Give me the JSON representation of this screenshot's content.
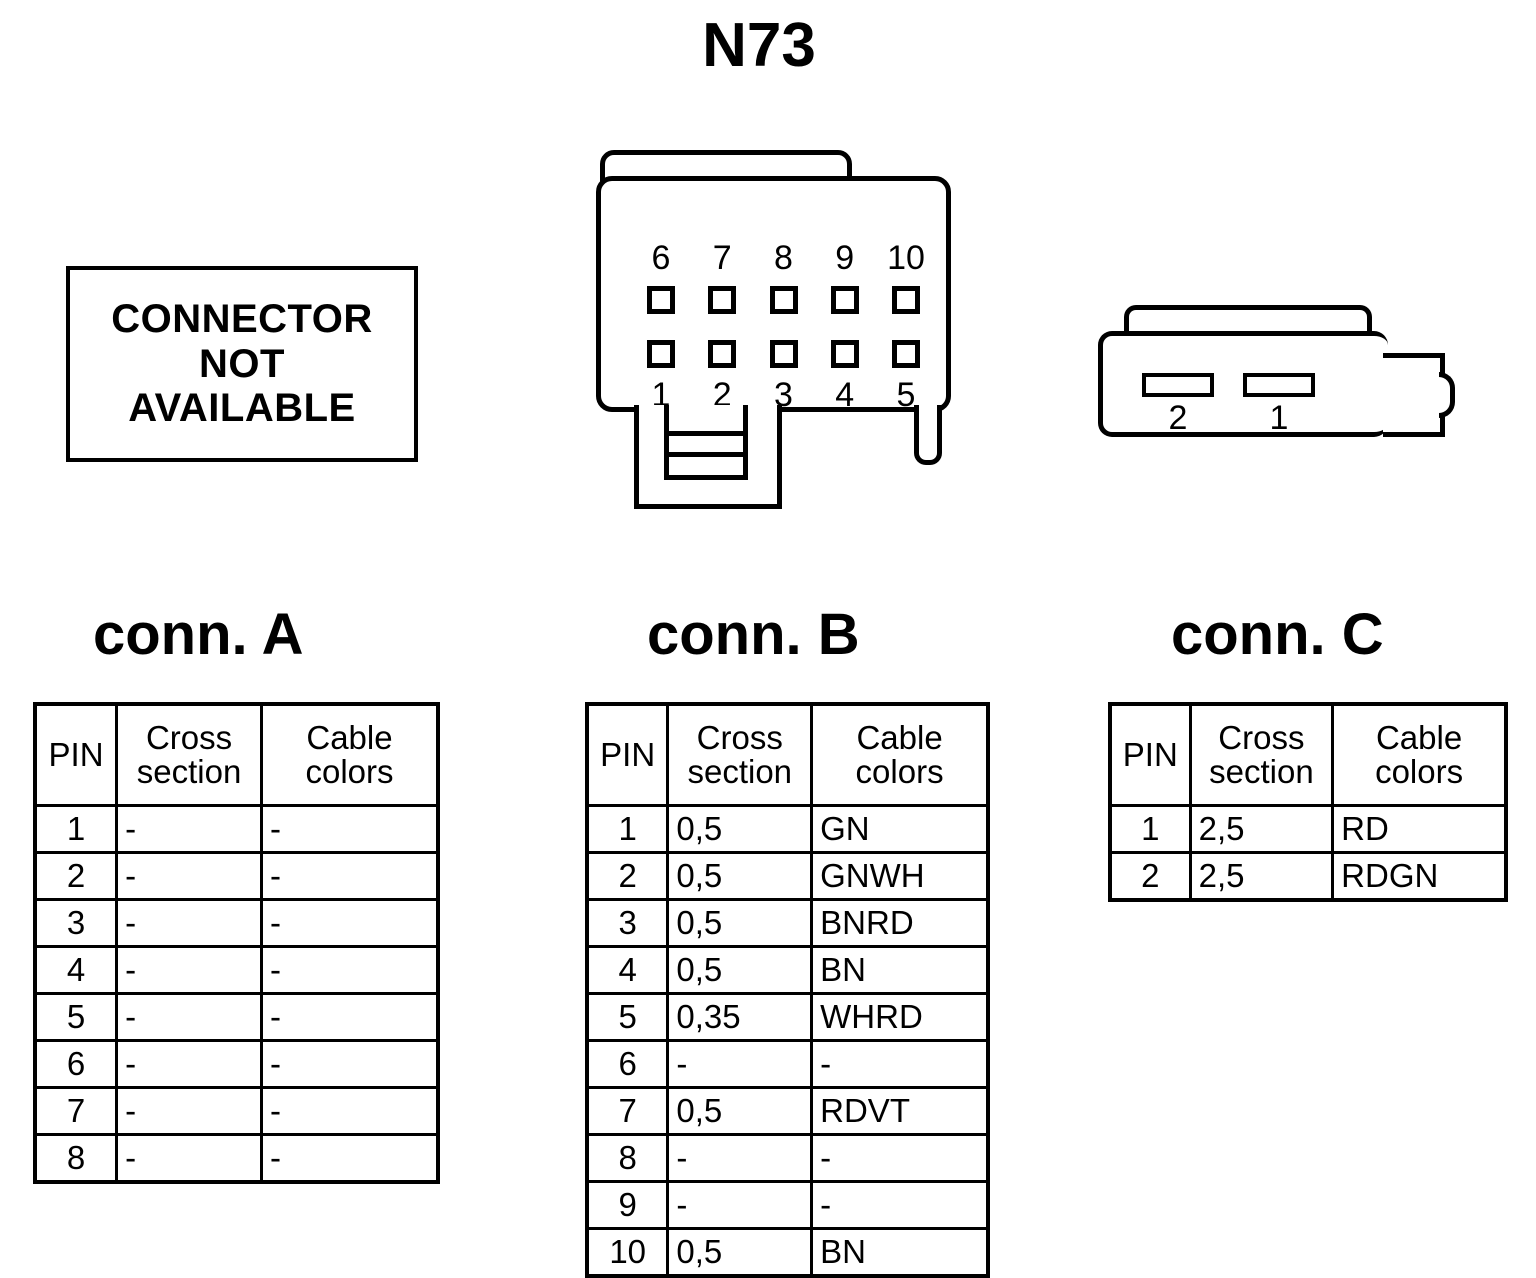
{
  "title": "N73",
  "placard": {
    "lines": [
      "CONNECTOR",
      "NOT",
      "AVAILABLE"
    ]
  },
  "connector_b_drawing": {
    "top_pin_numbers": [
      "6",
      "7",
      "8",
      "9",
      "10"
    ],
    "bottom_pin_numbers": [
      "1",
      "2",
      "3",
      "4",
      "5"
    ]
  },
  "connector_c_drawing": {
    "slot_numbers": [
      "2",
      "1"
    ]
  },
  "headings": {
    "conn_a": "conn. A",
    "conn_b": "conn. B",
    "conn_c": "conn. C"
  },
  "table_headers": {
    "pin": "PIN",
    "cross_section_line1": "Cross",
    "cross_section_line2": "section",
    "cable_colors_line1": "Cable",
    "cable_colors_line2": "colors"
  },
  "tables": {
    "conn_a": {
      "rows": [
        {
          "pin": "1",
          "cross_section": "-",
          "cable_colors": "-"
        },
        {
          "pin": "2",
          "cross_section": "-",
          "cable_colors": "-"
        },
        {
          "pin": "3",
          "cross_section": "-",
          "cable_colors": "-"
        },
        {
          "pin": "4",
          "cross_section": "-",
          "cable_colors": "-"
        },
        {
          "pin": "5",
          "cross_section": "-",
          "cable_colors": "-"
        },
        {
          "pin": "6",
          "cross_section": "-",
          "cable_colors": "-"
        },
        {
          "pin": "7",
          "cross_section": "-",
          "cable_colors": "-"
        },
        {
          "pin": "8",
          "cross_section": "-",
          "cable_colors": "-"
        }
      ]
    },
    "conn_b": {
      "rows": [
        {
          "pin": "1",
          "cross_section": "0,5",
          "cable_colors": "GN"
        },
        {
          "pin": "2",
          "cross_section": "0,5",
          "cable_colors": "GNWH"
        },
        {
          "pin": "3",
          "cross_section": "0,5",
          "cable_colors": "BNRD"
        },
        {
          "pin": "4",
          "cross_section": "0,5",
          "cable_colors": "BN"
        },
        {
          "pin": "5",
          "cross_section": "0,35",
          "cable_colors": "WHRD"
        },
        {
          "pin": "6",
          "cross_section": "-",
          "cable_colors": "-"
        },
        {
          "pin": "7",
          "cross_section": "0,5",
          "cable_colors": "RDVT"
        },
        {
          "pin": "8",
          "cross_section": "-",
          "cable_colors": "-"
        },
        {
          "pin": "9",
          "cross_section": "-",
          "cable_colors": "-"
        },
        {
          "pin": "10",
          "cross_section": "0,5",
          "cable_colors": "BN"
        }
      ]
    },
    "conn_c": {
      "rows": [
        {
          "pin": "1",
          "cross_section": "2,5",
          "cable_colors": "RD"
        },
        {
          "pin": "2",
          "cross_section": "2,5",
          "cable_colors": "RDGN"
        }
      ]
    }
  },
  "colors": {
    "ink": "#000000",
    "paper": "#ffffff"
  }
}
